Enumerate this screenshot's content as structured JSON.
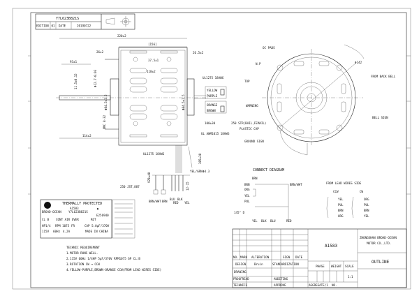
{
  "title_block": {
    "part_no": "Y7L623B821S",
    "edition_label": "EDITION",
    "edition": "01",
    "date_label": "DATE",
    "date": "20190722"
  },
  "dimensions": {
    "overall": "220±2",
    "body": "[156]",
    "d1": "26±2",
    "d2": "26.5±2",
    "mount": "37.5±1",
    "d3": "118±2",
    "shaft_len": "93±1",
    "flat": "11.5±0.15",
    "shaft_dia": "Φ12.7-0.03",
    "hub1": "Φ84.5±1.5",
    "hub2": "Φ84.5±1.5",
    "thread": "UNC 8-32",
    "base": "114±2",
    "conn_len": "100±30",
    "gnd_len": "305±30",
    "lead_len": "970±40",
    "strip": "12-15",
    "hole": "Φ4.3",
    "dia": "Φ142"
  },
  "wire_labels": {
    "ul1275_right": "UL1275 18AWG",
    "yellow": "YELLOW",
    "purple": "PURPLE",
    "orange": "ORANGE",
    "brown": "BROWN",
    "plastic_cap_1": "250 STR(BAIL,FEMAIL)",
    "plastic_cap_2": "PLASTIC CAP",
    "ul_awm": "UL AWM1015 18AWG",
    "ul1275_bottom": "UL1275 18AWG",
    "yel_grn": "YEL/GRN",
    "terminal": "250 JST,887",
    "brn_wht": "BRN/WHT",
    "brn": "BRN",
    "blu": "BLU",
    "red": "RED",
    "blk": "BLK",
    "yel": "YEL"
  },
  "front_view": {
    "oc_pads": "OC PADS",
    "np": "N.P",
    "top": "TOP",
    "warning": "WARNING",
    "ground_sign": "GROUND SIGN",
    "from_back_bell": "FROM BACK BELL",
    "bell_sign": "BELL SIGN"
  },
  "connect_diagram": {
    "title": "CONNECT DIAGRAM",
    "brn_top": "BRN",
    "brn": "BRN",
    "org": "ORG",
    "yel": "YEL",
    "pul": "PUL",
    "brn_wht": "BRN/WHT",
    "temp": "145° D",
    "bottom": [
      "YEL",
      "BLK",
      "BLU",
      "RED"
    ]
  },
  "lead_side": {
    "title": "FROM LEAD WIRES SIDE",
    "ccw": "CCW",
    "cw": "CW",
    "ccw_wires": [
      "YEL",
      "PUL",
      "BRN",
      "ORG"
    ],
    "cw_wires": [
      "ORG",
      "PUL",
      "BRN",
      "YEL"
    ]
  },
  "nameplate": {
    "brand": "BROAD-OCEAN",
    "protected": "THERMALLY PROTECTED",
    "model": "A1583",
    "sub": "Y7L623B821S",
    "ins": "CL B",
    "ul": "E256940",
    "duty": "CONT AIR OVER",
    "rot": "ROT",
    "hp": "HP1/4",
    "rpm": "RPM 1075",
    "frame": "FR",
    "cap": "CAP 5.0μF/370V",
    "volt": "115V",
    "hz": "60Hz",
    "amp": "4.2A",
    "made": "MADE IN CHINA"
  },
  "technic": {
    "title": "TECHNIC REQUIREMENT",
    "items": [
      "1.MOTOR RUNS WELL.",
      "2.115V  60Hz  1/4HP  5μF/370V  RPM1075  6P  CL:B",
      "3.ROTATION  CW ⟶ CCW",
      "4.YELLOW-PURPLE,BROWN-ORANGE  CCW(FROM LEAD WIRES SIDE)"
    ]
  },
  "title_table": {
    "company1": "ZHONGSHAN BROAD-OCEAN",
    "company2": "MOTOR CO.,LTD.",
    "drawing_no": "A1583",
    "drawing_title": "OUTLINE",
    "no": "NO.",
    "mark": "MARK",
    "alteration": "ALTERATION",
    "sign": "SIGN",
    "date": "DATE",
    "design": "DESIGN",
    "designer": "Bruin",
    "standardization": "STANDARDIZATION",
    "drawing": "DRAWING",
    "proofread": "PROOFREAD",
    "auditing": "AUDITING",
    "technics": "TECHNICS",
    "approve": "APPROVE",
    "phase": "PHASE",
    "weight": "WEIGHT",
    "scale": "SCALE",
    "scale_value": "1:1",
    "aggregate": "AGGREGATE/1",
    "sheet_no": "NO."
  }
}
